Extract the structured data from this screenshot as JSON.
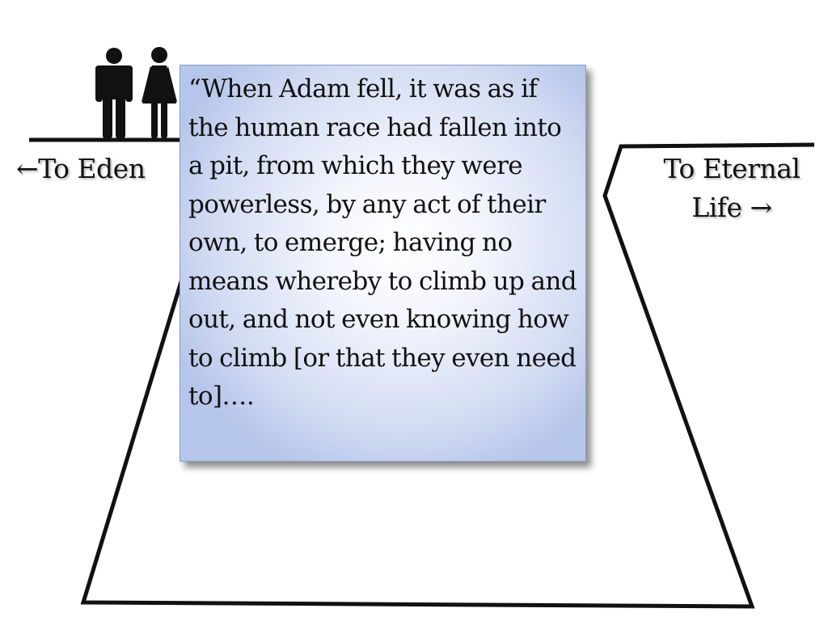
{
  "labels": {
    "to_eden": "←To Eden",
    "to_eternal_life_line1": "To Eternal",
    "to_eternal_life_line2": "Life →"
  },
  "quote": {
    "text": "“When Adam fell, it was as if the human race had fallen into a pit, from which they were powerless, by any act of their own, to emerge; having no means whereby to climb up and out, and not even knowing how to climb [or that they even need to]…."
  },
  "icons": {
    "man": "man-figure-icon",
    "woman": "woman-figure-icon"
  },
  "colors": {
    "line": "#111111",
    "box_border": "#8a9cc6"
  }
}
